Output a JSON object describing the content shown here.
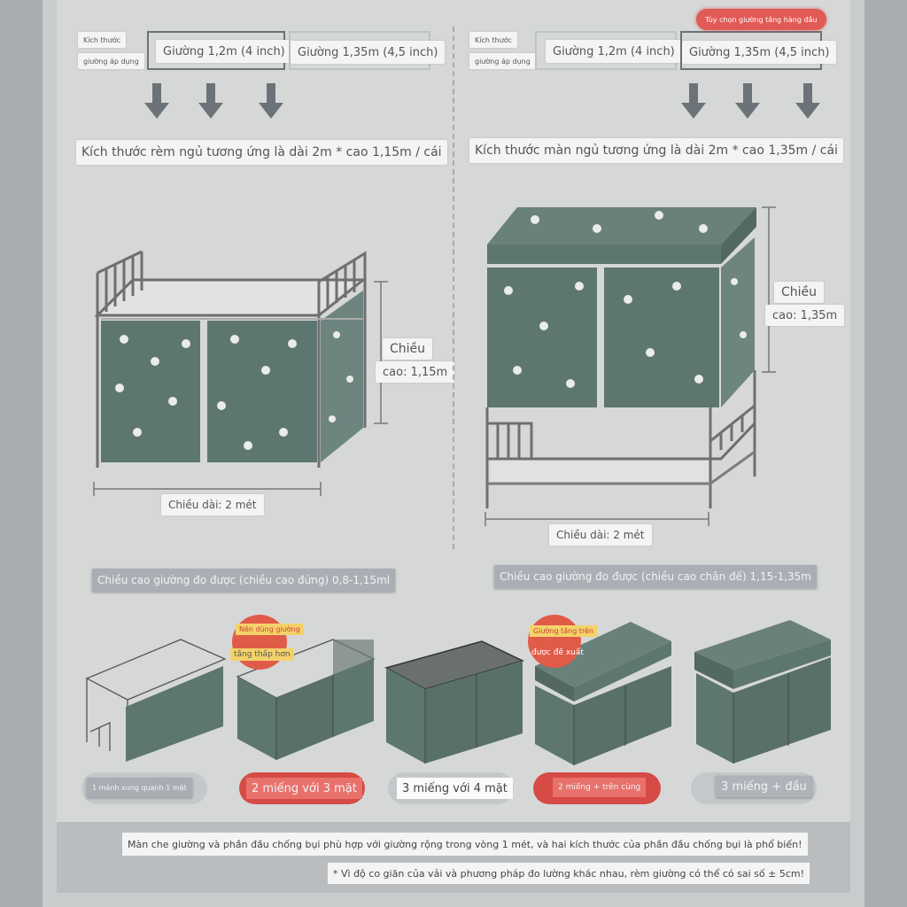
{
  "left": {
    "size_label_1": "Kích thước",
    "size_label_2": "giường áp dụng",
    "option_1": "Giường 1,2m (4 inch)",
    "option_2": "Giường 1,35m (4,5 inch)",
    "result": "Kích thước rèm ngủ tương ứng là dài 2m * cao 1,15m / cái",
    "height_label_1": "Chiều",
    "height_label_2": "cao: 1,15m",
    "length_label": "Chiều dài: 2 mét",
    "measure": "Chiều cao giường đo được (chiều cao đứng) 0,8-1,15ml"
  },
  "right": {
    "size_label_1": "Kích thước",
    "size_label_2": "giường áp dụng",
    "option_1": "Giường 1,2m (4 inch)",
    "option_2": "Giường 1,35m (4,5 inch)",
    "top_pick": "Tùy chọn giường tầng hàng đầu",
    "result": "Kích thước màn ngủ tương ứng là dài 2m * cao 1,35m / cái",
    "height_label_1": "Chiều",
    "height_label_2": "cao: 1,35m",
    "length_label": "Chiều dài: 2 mét",
    "measure": "Chiều cao giường đo được (chiều cao chân đế) 1,15-1,35m"
  },
  "badges": {
    "b1_line1": "Nên dùng giường",
    "b1_line2": "tầng thấp hơn",
    "b2_line1": "Giường tầng trên",
    "b2_line2": "được đề xuất"
  },
  "options": [
    {
      "label": "1 mảnh xung quanh 1 mặt"
    },
    {
      "label": "2 miếng với 3 mặt"
    },
    {
      "label": "3 miếng với 4 mặt"
    },
    {
      "label": "2 miếng + trên cùng"
    },
    {
      "label": "3 miếng + đầu"
    }
  ],
  "footer": {
    "line1": "Màn che giường và phần đầu chống bụi phù hợp với giường rộng trong vòng 1 mét, và hai kích thước của phần đầu chống bụi là phổ biến!",
    "line2": "* Vì độ co giãn của vải và phương pháp đo lường khác nhau, rèm giường có thể có sai số ± 5cm!"
  },
  "colors": {
    "curtain": "#5e7670",
    "frame": "#6d6f72",
    "arrow": "#6c7378",
    "accent_red": "#e25a55"
  }
}
